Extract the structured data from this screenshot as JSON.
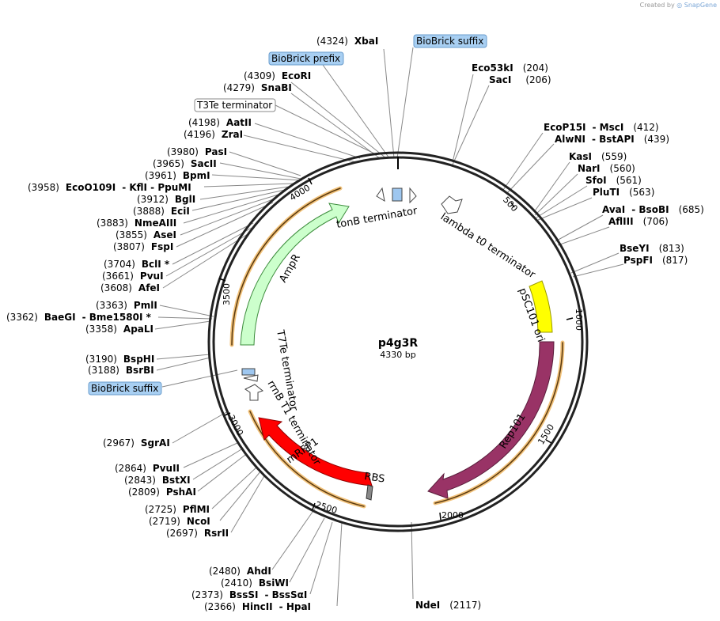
{
  "credit": {
    "prefix": "Created by",
    "brand": "SnapGene"
  },
  "plasmid": {
    "name": "p4g3R",
    "length_label": "4330 bp",
    "length": 4330
  },
  "ticks": [
    "500",
    "1000",
    "1500",
    "2000",
    "2500",
    "3000",
    "3500",
    "4000"
  ],
  "features": [
    {
      "label": "AmpR",
      "color": "#ccffcc",
      "stroke": "#3c8c3c"
    },
    {
      "label": "Rep101",
      "color": "#993366",
      "stroke": "#5a1e3c"
    },
    {
      "label": "mRFP1",
      "color": "#ff0000",
      "stroke": "#900000"
    },
    {
      "label": "pSC101 ori",
      "color": "#ffff00",
      "stroke": "#999900"
    },
    {
      "label": "tonB terminator"
    },
    {
      "label": "lambda t0 terminator"
    },
    {
      "label": "T7Te terminator"
    },
    {
      "label": "rrnB T1 terminator"
    },
    {
      "label": "RBS"
    }
  ],
  "boxes": [
    "BioBrick suffix",
    "BioBrick prefix",
    "T3Te terminator",
    "BioBrick suffix"
  ],
  "sites": [
    {
      "pos": "(4324)",
      "name": "XbaI"
    },
    {
      "pos": "(4309)",
      "name": "EcoRI"
    },
    {
      "pos": "(4279)",
      "name": "SnaBI"
    },
    {
      "pos": "(4198)",
      "name": "AatII"
    },
    {
      "pos": "(4196)",
      "name": "ZraI"
    },
    {
      "pos": "(3980)",
      "name": "PasI"
    },
    {
      "pos": "(3965)",
      "name": "SacII"
    },
    {
      "pos": "(3961)",
      "name": "BpmI"
    },
    {
      "pos": "(3958)",
      "name": "EcoO109I",
      "extra": "- KflI - PpuMI"
    },
    {
      "pos": "(3912)",
      "name": "BglI"
    },
    {
      "pos": "(3888)",
      "name": "EciI"
    },
    {
      "pos": "(3883)",
      "name": "NmeAIII"
    },
    {
      "pos": "(3855)",
      "name": "AseI"
    },
    {
      "pos": "(3807)",
      "name": "FspI"
    },
    {
      "pos": "(3704)",
      "name": "BclI *"
    },
    {
      "pos": "(3661)",
      "name": "PvuI"
    },
    {
      "pos": "(3608)",
      "name": "AfeI"
    },
    {
      "pos": "(3363)",
      "name": "PmlI"
    },
    {
      "pos": "(3362)",
      "name": "BaeGI",
      "extra": "- Bme1580I *"
    },
    {
      "pos": "(3358)",
      "name": "ApaLI"
    },
    {
      "pos": "(3190)",
      "name": "BspHI"
    },
    {
      "pos": "(3188)",
      "name": "BsrBI"
    },
    {
      "pos": "(2967)",
      "name": "SgrAI"
    },
    {
      "pos": "(2864)",
      "name": "PvuII"
    },
    {
      "pos": "(2843)",
      "name": "BstXI"
    },
    {
      "pos": "(2809)",
      "name": "PshAI"
    },
    {
      "pos": "(2725)",
      "name": "PflMI"
    },
    {
      "pos": "(2719)",
      "name": "NcoI"
    },
    {
      "pos": "(2697)",
      "name": "RsrII"
    },
    {
      "pos": "(2480)",
      "name": "AhdI"
    },
    {
      "pos": "(2410)",
      "name": "BsiWI"
    },
    {
      "pos": "(2373)",
      "name": "BssSI",
      "extra": "- BssSαI"
    },
    {
      "pos": "(2366)",
      "name": "HincII",
      "extra": "- HpaI"
    },
    {
      "pos": "(2117)",
      "name": "NdeI"
    },
    {
      "pos": "(204)",
      "name": "Eco53kI"
    },
    {
      "pos": "(206)",
      "name": "SacI"
    },
    {
      "pos": "(412)",
      "name": "EcoP15I",
      "extra": "- MscI"
    },
    {
      "pos": "(439)",
      "name": "AlwNI",
      "extra": "- BstAPI"
    },
    {
      "pos": "(559)",
      "name": "KasI"
    },
    {
      "pos": "(560)",
      "name": "NarI"
    },
    {
      "pos": "(561)",
      "name": "SfoI"
    },
    {
      "pos": "(563)",
      "name": "PluTI"
    },
    {
      "pos": "(685)",
      "name": "AvaI",
      "extra": "- BsoBI"
    },
    {
      "pos": "(706)",
      "name": "AflIII"
    },
    {
      "pos": "(813)",
      "name": "BseYI"
    },
    {
      "pos": "(817)",
      "name": "PspFI"
    }
  ]
}
